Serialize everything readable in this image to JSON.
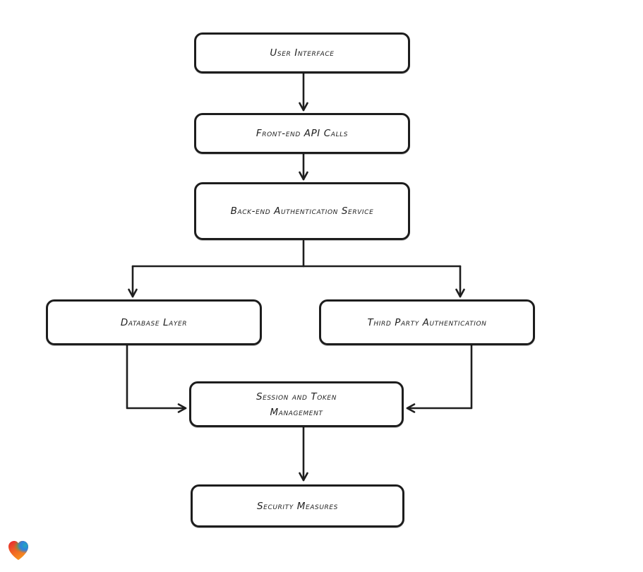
{
  "diagram": {
    "nodes": [
      {
        "id": "user-interface",
        "label": "User Interface"
      },
      {
        "id": "front-end-api-calls",
        "label": "Front-end API Calls"
      },
      {
        "id": "back-end-authentication-service",
        "label": "Back-end Authentication Service"
      },
      {
        "id": "database-layer",
        "label": "Database Layer"
      },
      {
        "id": "third-party-authentication",
        "label": "Third Party Authentication"
      },
      {
        "id": "session-and-token-management",
        "label": "Session and Token Management"
      },
      {
        "id": "security-measures",
        "label": "Security Measures"
      }
    ],
    "edges": [
      {
        "from": "user-interface",
        "to": "front-end-api-calls"
      },
      {
        "from": "front-end-api-calls",
        "to": "back-end-authentication-service"
      },
      {
        "from": "back-end-authentication-service",
        "to": "database-layer"
      },
      {
        "from": "back-end-authentication-service",
        "to": "third-party-authentication"
      },
      {
        "from": "database-layer",
        "to": "session-and-token-management"
      },
      {
        "from": "third-party-authentication",
        "to": "session-and-token-management"
      },
      {
        "from": "session-and-token-management",
        "to": "security-measures"
      }
    ],
    "style": {
      "stroke_color": "#1e1e1e",
      "node_fill": "#ffffff",
      "text_color": "#1f1f1f",
      "background": "#ffffff"
    }
  },
  "branding": {
    "logo_icon": "heart-icon",
    "heart_colors": {
      "red": "#e52530",
      "orange": "#f7941d",
      "green": "#3eae4f",
      "blue": "#2f80e0",
      "teal": "#23a8b8"
    }
  }
}
